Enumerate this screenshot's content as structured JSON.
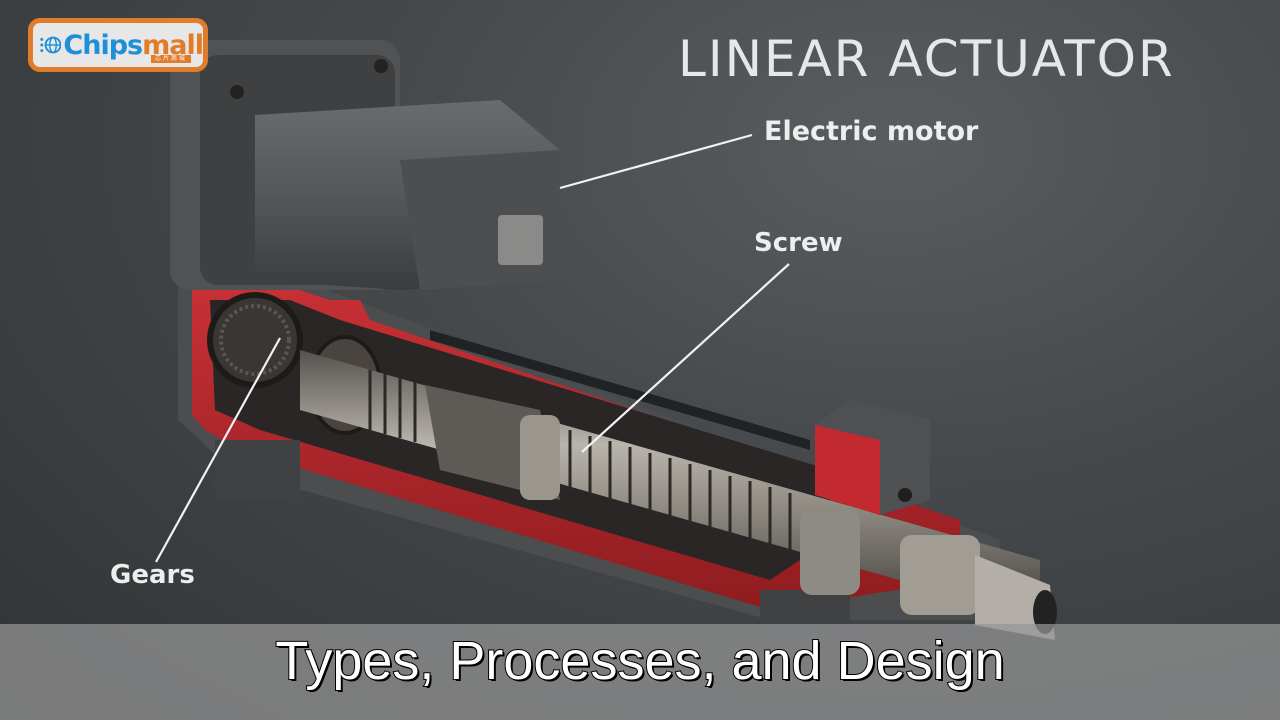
{
  "logo": {
    "brand_part1": "Chips",
    "brand_part2": "mall",
    "tagline": "芯片商城",
    "colors": {
      "blue": "#1f8fd8",
      "orange": "#e07d2a",
      "background": "#e7e7e7"
    }
  },
  "title": "LINEAR ACTUATOR",
  "labels": {
    "motor": "Electric motor",
    "screw": "Screw",
    "gears": "Gears"
  },
  "caption": "Types, Processes, and Design",
  "colors": {
    "background": "#404345",
    "housing_red": "#b3262b",
    "housing_gray": "#4a4c4e",
    "metal": "#8a8680",
    "caption_band": "rgba(150,150,150,0.72)"
  }
}
